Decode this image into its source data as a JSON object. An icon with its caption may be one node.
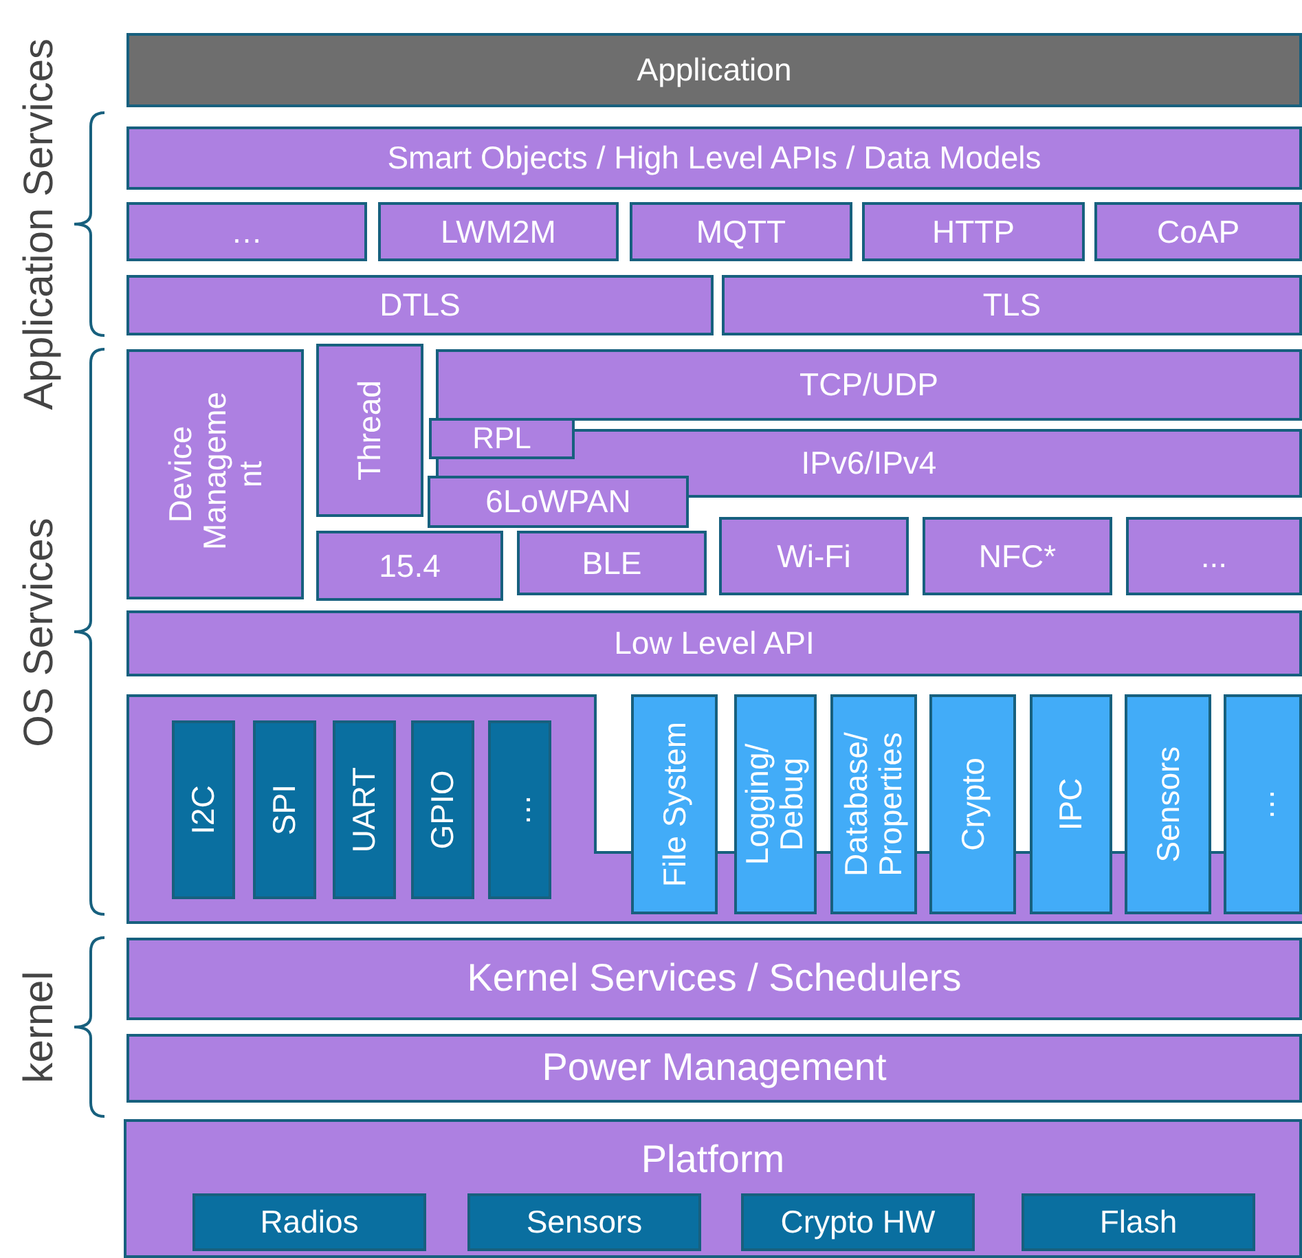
{
  "diagram": {
    "nodes": [
      {
        "text": [
          "Application"
        ]
      },
      {
        "text": [
          "Smart Objects / High Level APIs / Data Models"
        ]
      },
      {
        "text": [
          "…"
        ]
      },
      {
        "text": [
          "LWM2M"
        ]
      },
      {
        "text": [
          "MQTT"
        ]
      },
      {
        "text": [
          "HTTP"
        ]
      },
      {
        "text": [
          "CoAP"
        ]
      },
      {
        "text": [
          "DTLS"
        ]
      },
      {
        "text": [
          "TLS"
        ]
      },
      {
        "text": [
          "Device Manageme nt"
        ]
      },
      {
        "text": [
          "Thread"
        ]
      },
      {
        "text": [
          "TCP/UDP"
        ]
      },
      {
        "text": [
          "RPL"
        ]
      },
      {
        "text": [
          "IPv6/IPv4"
        ]
      },
      {
        "text": [
          "6LoWPAN"
        ]
      },
      {
        "text": [
          "15.4"
        ]
      },
      {
        "text": [
          "BLE"
        ]
      },
      {
        "text": [
          "Wi-Fi"
        ]
      },
      {
        "text": [
          "NFC*"
        ]
      },
      {
        "text": [
          "..."
        ]
      },
      {
        "text": [
          "Low Level API"
        ]
      },
      {
        "text": [],
        "shape": "box"
      },
      {
        "text": [
          "I2C"
        ],
        "in": 21
      },
      {
        "text": [
          "SPI"
        ],
        "in": 21
      },
      {
        "text": [
          "UART"
        ],
        "in": 21
      },
      {
        "text": [
          "GPIO"
        ],
        "in": 21
      },
      {
        "text": [
          "…"
        ],
        "in": 21
      },
      {
        "text": [
          "File System"
        ]
      },
      {
        "text": [
          "Logging/ Debug"
        ]
      },
      {
        "text": [
          "Database/ Properties"
        ]
      },
      {
        "text": [
          "Crypto"
        ]
      },
      {
        "text": [
          "IPC"
        ]
      },
      {
        "text": [
          "Sensors"
        ]
      },
      {
        "text": [
          "…"
        ]
      },
      {
        "text": [
          "Kernel Services / Schedulers"
        ]
      },
      {
        "text": [
          "Power Management"
        ]
      },
      {
        "text": [
          "Platform"
        ]
      },
      {
        "text": [
          "Radios"
        ],
        "in": 36
      },
      {
        "text": [
          "Sensors"
        ],
        "in": 36
      },
      {
        "text": [
          "Crypto HW"
        ],
        "in": 36
      },
      {
        "text": [
          "Flash"
        ],
        "in": 36
      }
    ],
    "labels": [
      "Application Services",
      "OS Services",
      "kernel"
    ]
  }
}
